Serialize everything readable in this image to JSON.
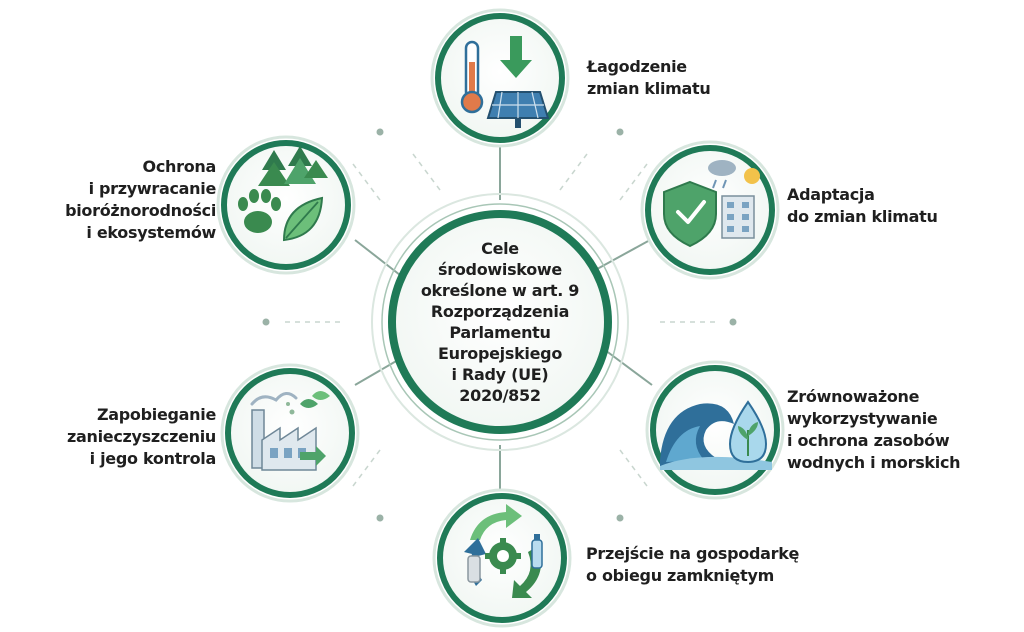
{
  "center": {
    "text": "Cele\nśrodowiskowe\nokreślone w art. 9\nRozporządzenia\nParlamentu\nEuropejskiego\ni Rady (UE)\n2020/852"
  },
  "goals": [
    {
      "key": "climate-mitigation",
      "label": "Łagodzenie\nzmian klimatu",
      "icon": "thermometer-solar-panel-icon"
    },
    {
      "key": "climate-adaptation",
      "label": "Adaptacja\ndo zmian klimatu",
      "icon": "shield-building-icon"
    },
    {
      "key": "water-resources",
      "label": "Zrównoważone\nwykorzystywanie\ni ochrona zasobów\nwodnych i morskich",
      "icon": "wave-water-drop-icon"
    },
    {
      "key": "circular-economy",
      "label": "Przejście na gospodarkę\no obiegu zamkniętym",
      "icon": "recycling-cycle-icon"
    },
    {
      "key": "pollution-prevention",
      "label": "Zapobieganie\nzanieczyszczeniu\ni jego kontrola",
      "icon": "factory-icon"
    },
    {
      "key": "biodiversity",
      "label": "Ochrona\ni przywracanie\nbioróżnorodności\ni ekosystemów",
      "icon": "forest-paw-leaf-icon"
    }
  ],
  "colors": {
    "ring": "#1f7a57",
    "ring_light": "#cfe5da",
    "connector": "#8aa69a",
    "accent_green": "#5fae6c",
    "accent_blue": "#2f6f9a",
    "text": "#1f1f1f"
  }
}
